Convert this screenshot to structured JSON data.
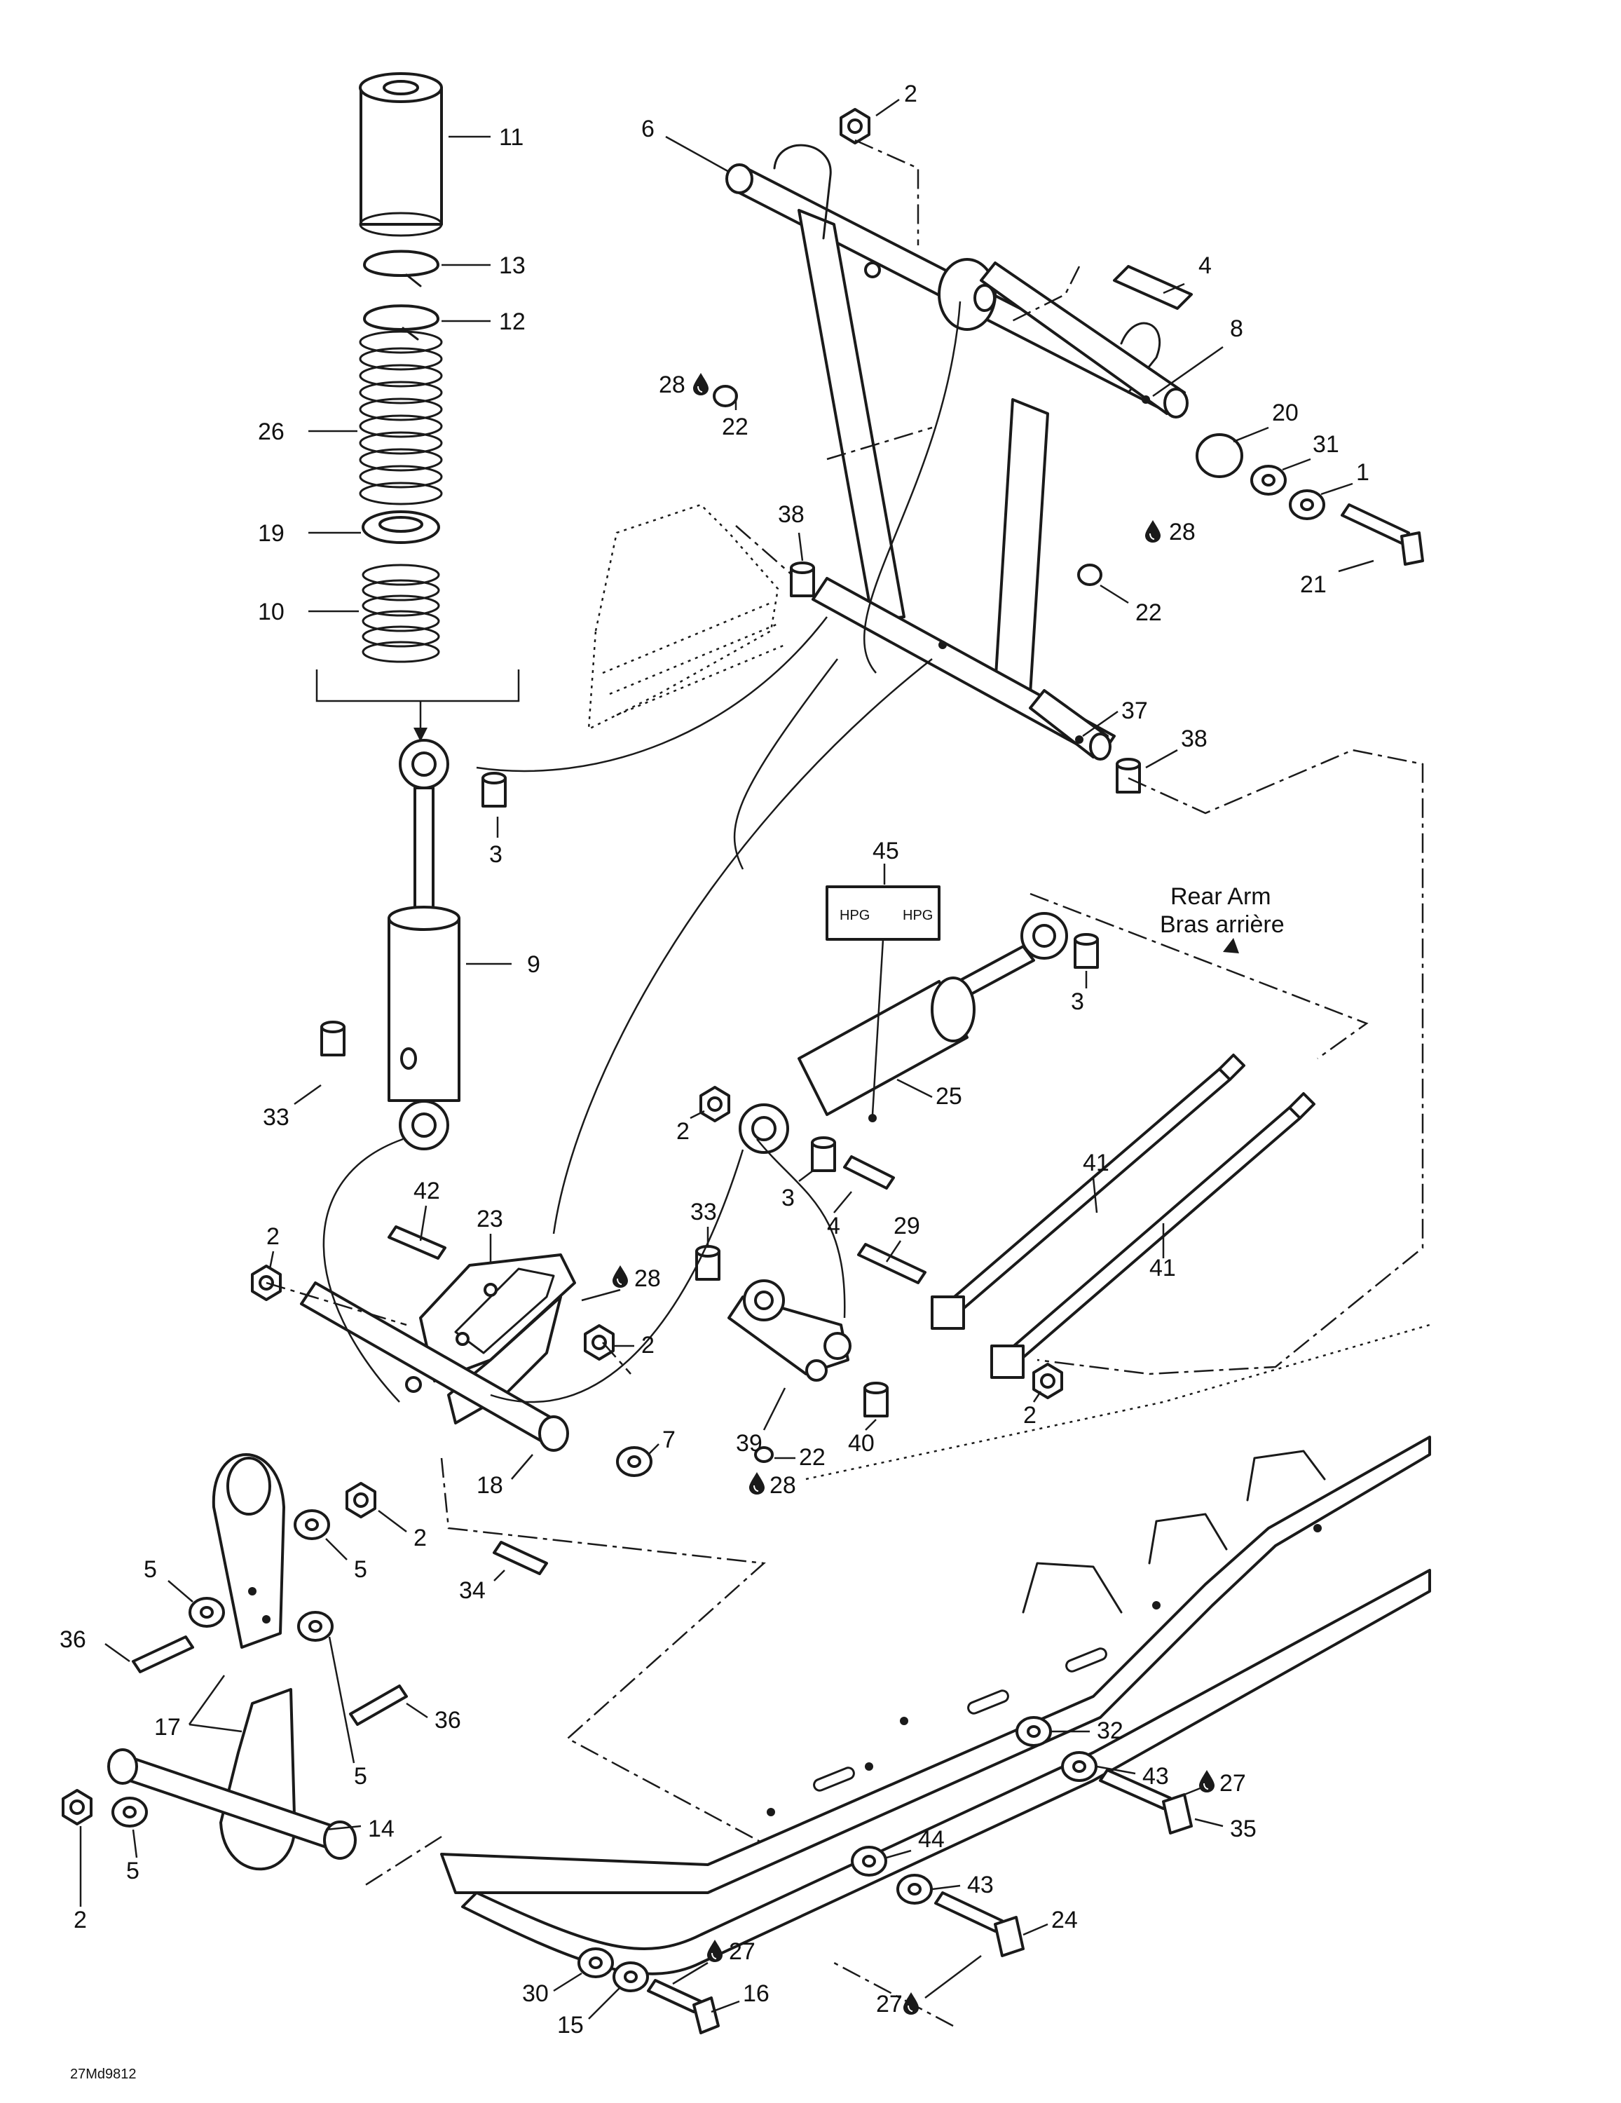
{
  "callouts": {
    "c1": "1",
    "c2": "2",
    "c3": "3",
    "c4": "4",
    "c5": "5",
    "c6": "6",
    "c7": "7",
    "c8": "8",
    "c9": "9",
    "c10": "10",
    "c11": "11",
    "c12": "12",
    "c13": "13",
    "c14": "14",
    "c15": "15",
    "c16": "16",
    "c17": "17",
    "c18": "18",
    "c19": "19",
    "c20": "20",
    "c21": "21",
    "c22": "22",
    "c23": "23",
    "c24": "24",
    "c25": "25",
    "c26": "26",
    "c27": "27",
    "c28": "28",
    "c29": "29",
    "c30": "30",
    "c31": "31",
    "c32": "32",
    "c33": "33",
    "c34": "34",
    "c35": "35",
    "c36": "36",
    "c37": "37",
    "c38": "38",
    "c39": "39",
    "c40": "40",
    "c41": "41",
    "c42": "42",
    "c43": "43",
    "c44": "44",
    "c45": "45"
  },
  "annotations": {
    "rear_arm_en": "Rear Arm",
    "rear_arm_fr": "Bras arrière"
  },
  "decal_text": "HPG",
  "drawing_code": "27Md9812",
  "colors": {
    "line": "#1a1a1a",
    "background": "#ffffff",
    "shade": "#e6e6e6"
  },
  "icons": {
    "lubricant_symbol": "oil-drop-icon"
  }
}
